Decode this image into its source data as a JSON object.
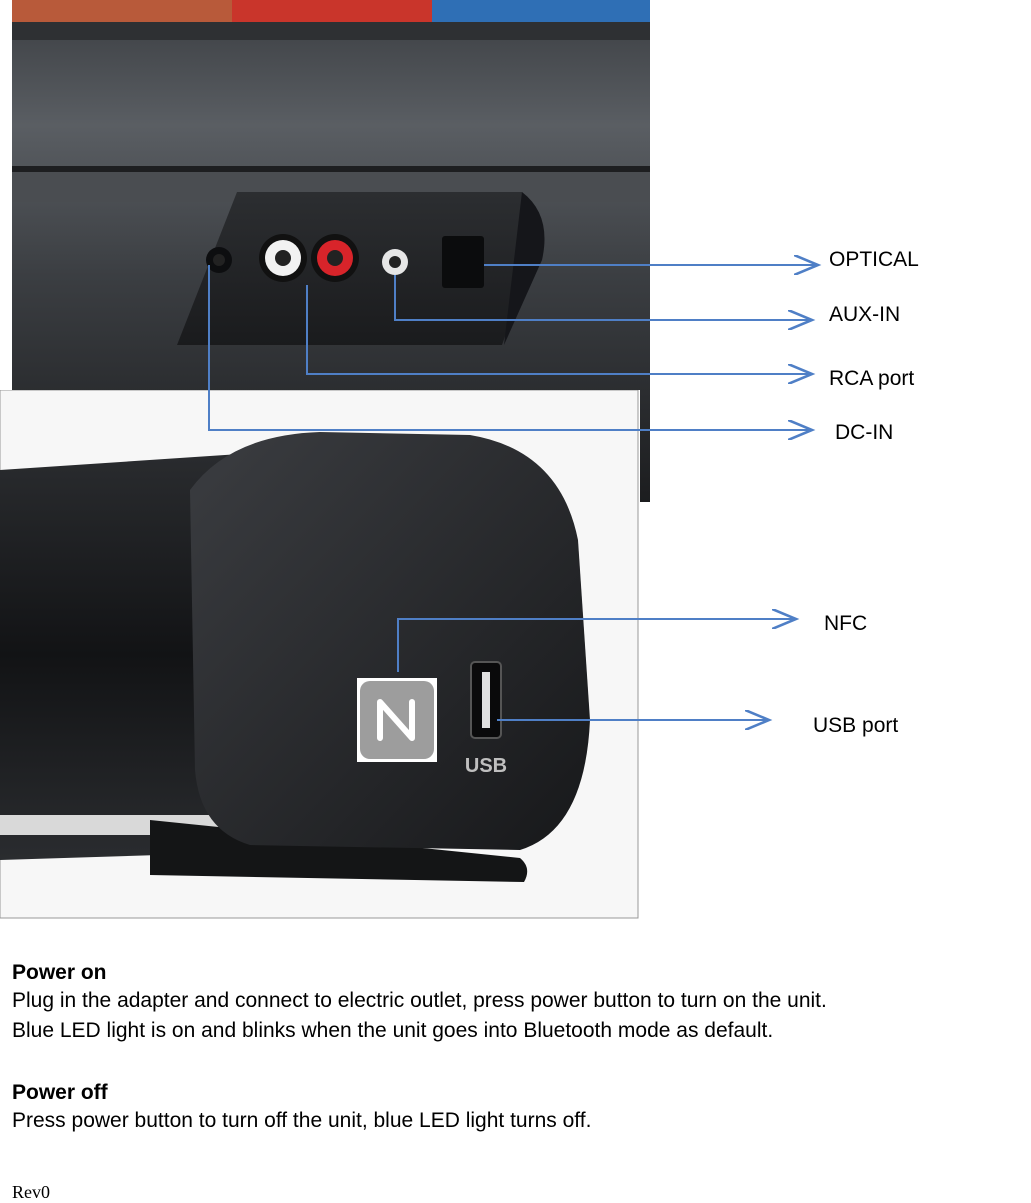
{
  "callouts": {
    "optical": "OPTICAL",
    "aux_in": "AUX-IN",
    "rca_port": "RCA port",
    "dc_in": "DC-IN",
    "nfc": "NFC",
    "usb_port": "USB port"
  },
  "usb_badge_text": "USB",
  "sections": {
    "power_on": {
      "heading": "Power on",
      "line1": "Plug in the adapter and connect to electric outlet, press power button to turn on the unit.",
      "line2": "Blue LED light is on and blinks when the unit goes into Bluetooth mode as default."
    },
    "power_off": {
      "heading": "Power off",
      "line1": "Press power button to turn off the unit, blue LED light turns off."
    }
  },
  "footer": {
    "revision": "Rev0"
  },
  "colors": {
    "leader_line": "#4f7fc6",
    "device_dark": "#2b2d30",
    "device_mid": "#5a5d61",
    "rca_red": "#d8242a",
    "rca_white": "#f2f2f2"
  }
}
